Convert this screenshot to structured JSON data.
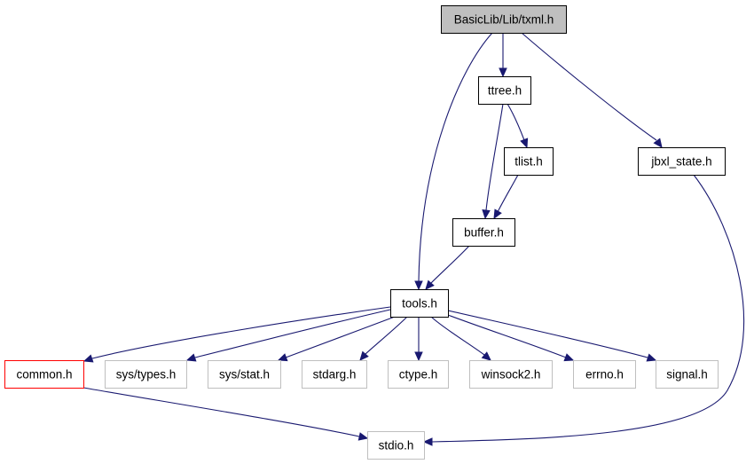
{
  "colors": {
    "edge": "#191970",
    "root_fill": "#bfbfbf",
    "normal_stroke": "#000000",
    "external_stroke": "#bfbfbf",
    "incomplete_stroke": "#ff0000",
    "label": "#000000"
  },
  "nodes": [
    {
      "id": "txml",
      "label": "BasicLib/Lib/txml.h",
      "style": "root"
    },
    {
      "id": "ttree",
      "label": "ttree.h",
      "style": "normal"
    },
    {
      "id": "jbxl_state",
      "label": "jbxl_state.h",
      "style": "normal"
    },
    {
      "id": "tlist",
      "label": "tlist.h",
      "style": "normal"
    },
    {
      "id": "buffer",
      "label": "buffer.h",
      "style": "normal"
    },
    {
      "id": "tools",
      "label": "tools.h",
      "style": "normal"
    },
    {
      "id": "common",
      "label": "common.h",
      "style": "incomplete"
    },
    {
      "id": "sys_types",
      "label": "sys/types.h",
      "style": "external"
    },
    {
      "id": "sys_stat",
      "label": "sys/stat.h",
      "style": "external"
    },
    {
      "id": "stdarg",
      "label": "stdarg.h",
      "style": "external"
    },
    {
      "id": "ctype",
      "label": "ctype.h",
      "style": "external"
    },
    {
      "id": "winsock2",
      "label": "winsock2.h",
      "style": "external"
    },
    {
      "id": "errno",
      "label": "errno.h",
      "style": "external"
    },
    {
      "id": "signal",
      "label": "signal.h",
      "style": "external"
    },
    {
      "id": "stdio",
      "label": "stdio.h",
      "style": "external"
    }
  ],
  "edges": [
    {
      "from": "txml",
      "to": "ttree"
    },
    {
      "from": "txml",
      "to": "tools"
    },
    {
      "from": "txml",
      "to": "jbxl_state"
    },
    {
      "from": "ttree",
      "to": "tlist"
    },
    {
      "from": "ttree",
      "to": "buffer"
    },
    {
      "from": "tlist",
      "to": "buffer"
    },
    {
      "from": "buffer",
      "to": "tools"
    },
    {
      "from": "jbxl_state",
      "to": "stdio"
    },
    {
      "from": "tools",
      "to": "common"
    },
    {
      "from": "tools",
      "to": "sys_types"
    },
    {
      "from": "tools",
      "to": "sys_stat"
    },
    {
      "from": "tools",
      "to": "stdarg"
    },
    {
      "from": "tools",
      "to": "ctype"
    },
    {
      "from": "tools",
      "to": "winsock2"
    },
    {
      "from": "tools",
      "to": "errno"
    },
    {
      "from": "tools",
      "to": "signal"
    },
    {
      "from": "common",
      "to": "stdio"
    }
  ]
}
